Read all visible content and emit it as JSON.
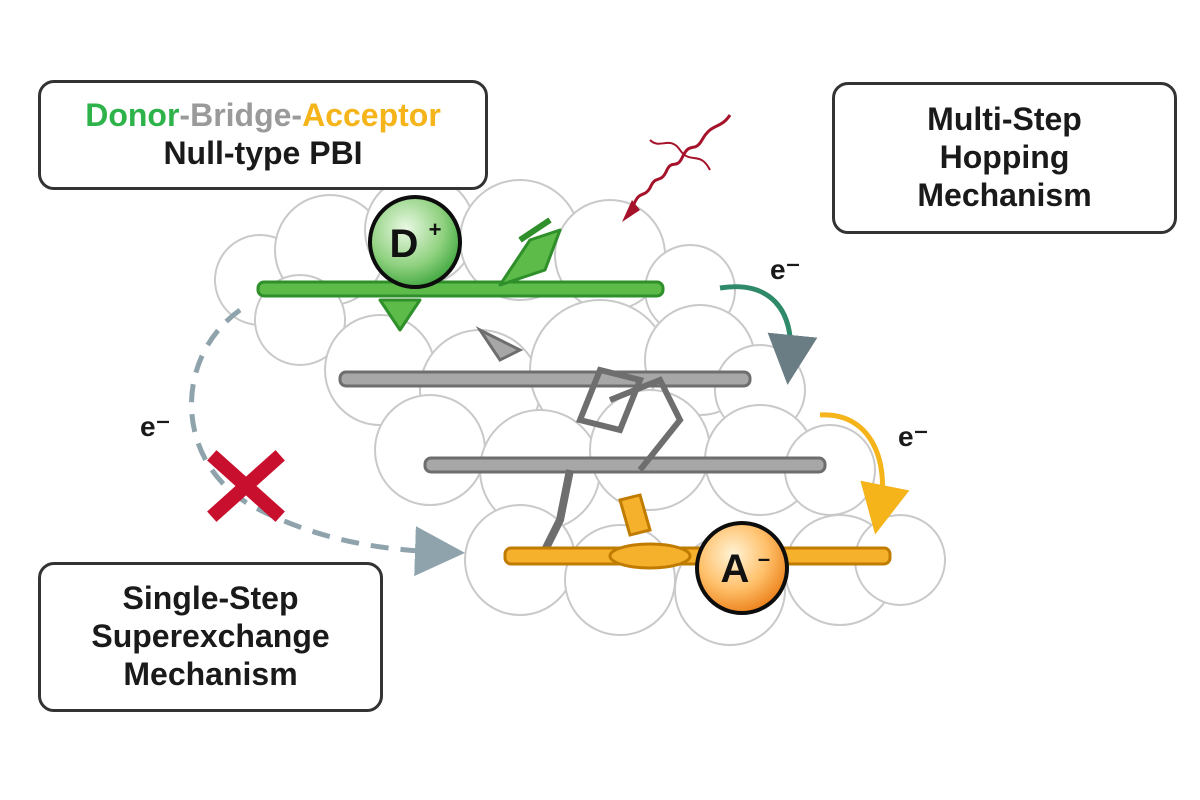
{
  "dba_box": {
    "donor_word": "Donor",
    "sep1": "-",
    "bridge_word": "Bridge",
    "sep2": "-",
    "acceptor_word": "Acceptor",
    "subtitle": "Null-type PBI"
  },
  "multi_box": {
    "line1": "Multi-Step",
    "line2": "Hopping",
    "line3": "Mechanism"
  },
  "single_box": {
    "line1": "Single-Step",
    "line2": "Superexchange",
    "line3": "Mechanism"
  },
  "donor_circle": {
    "letter": "D",
    "charge": "+"
  },
  "acceptor_circle": {
    "letter": "A",
    "charge": "–"
  },
  "electron_labels": {
    "top_right": "e⁻",
    "mid_right": "e⁻",
    "left": "e⁻"
  },
  "colors": {
    "donor": "#2eb34a",
    "bridge": "#9a9a9a",
    "acceptor": "#f4b41a",
    "blocked_cross": "#c8102e",
    "dashed_arrow": "#8fa3ad",
    "light_pulse": "#a5122a"
  },
  "icons": {
    "light_pulse": "wavy-photon-arrow-icon",
    "blocked": "red-x-icon"
  }
}
